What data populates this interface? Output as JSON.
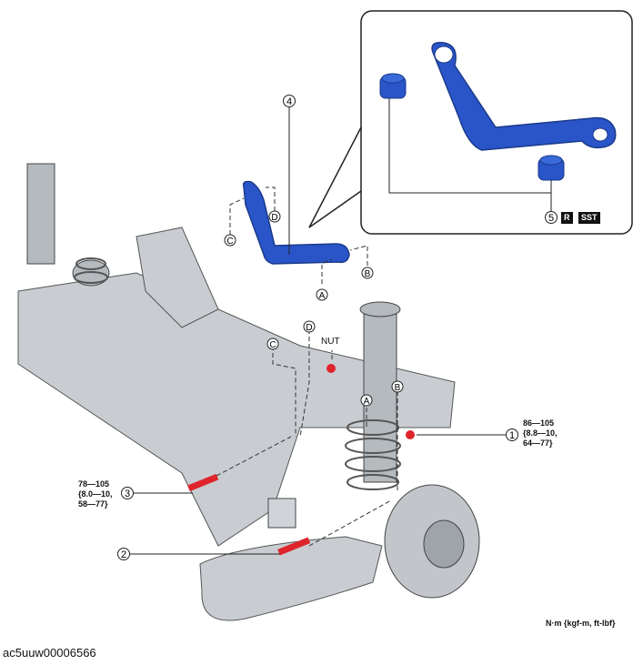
{
  "callouts": [
    "1",
    "2",
    "3",
    "4",
    "5"
  ],
  "letters": [
    "A",
    "B",
    "C",
    "D"
  ],
  "nut_label": "NUT",
  "tags": {
    "r": "R",
    "sst": "SST"
  },
  "torque": {
    "item1": "86—105\n{8.8—10,\n64—77}",
    "item3": "78—105\n{8.0—10,\n58—77}"
  },
  "units": "N·m {kgf-m, ft-lbf}",
  "caption": "ac5uuw00006566",
  "colors": {
    "arm": "#2a55c9",
    "bolt": "#e0242b",
    "frame": "#9aa0a6"
  }
}
